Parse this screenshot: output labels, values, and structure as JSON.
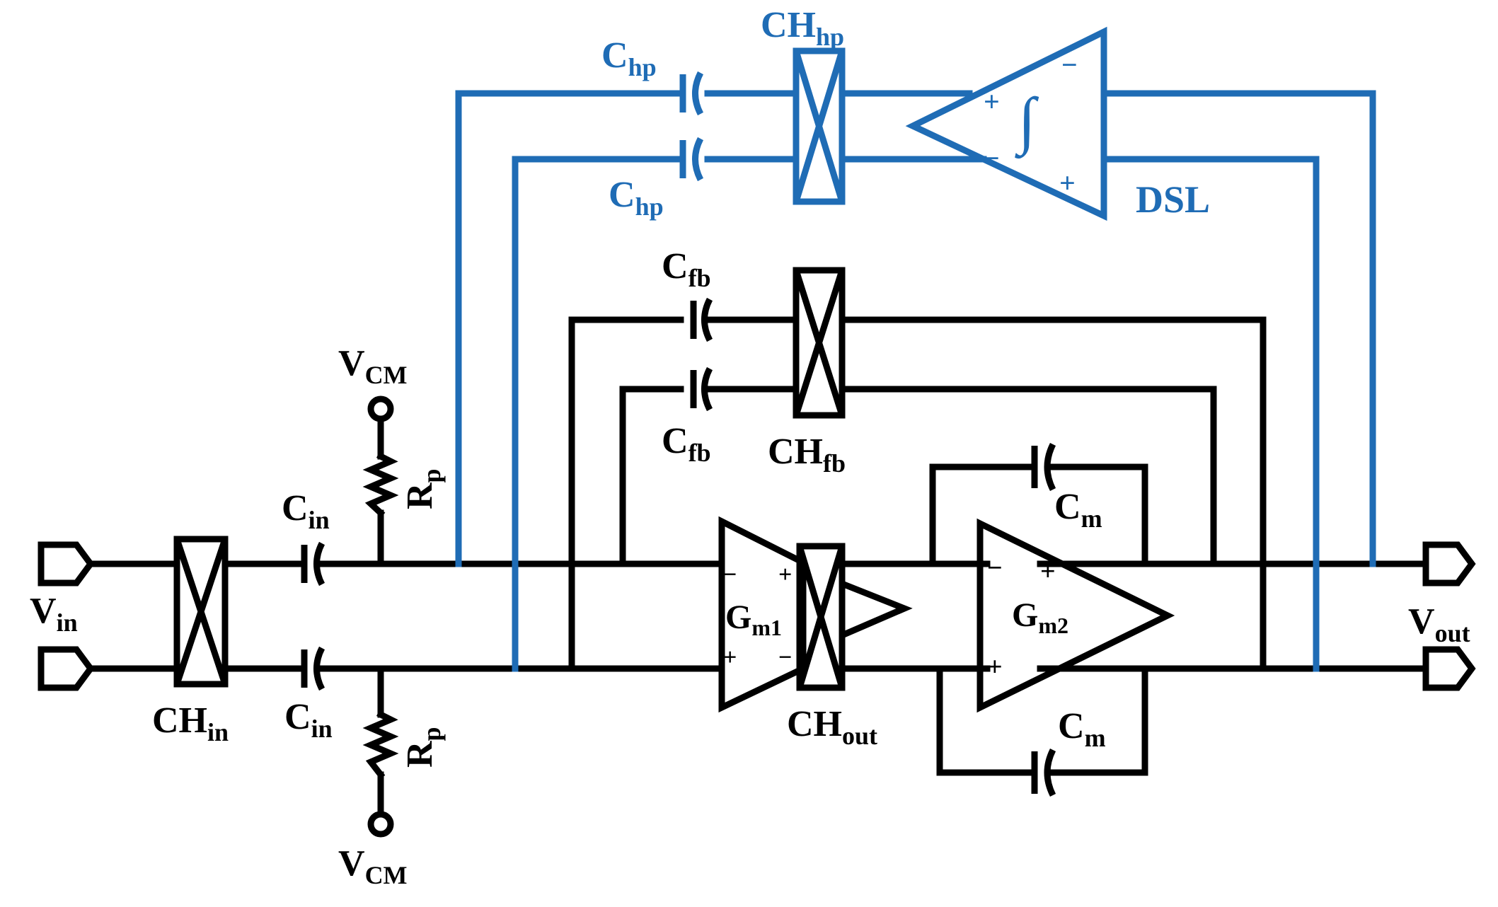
{
  "diagram": {
    "colors": {
      "main": "#000000",
      "feedback_loop": "#1f6cb5"
    },
    "labels": {
      "vin": {
        "main": "V",
        "sub": "in"
      },
      "vout": {
        "main": "V",
        "sub": "out"
      },
      "ch_in": {
        "main": "CH",
        "sub": "in"
      },
      "cin_top": {
        "main": "C",
        "sub": "in"
      },
      "cin_bot": {
        "main": "C",
        "sub": "in"
      },
      "rp_top": {
        "main": "R",
        "sub": "p"
      },
      "rp_bot": {
        "main": "R",
        "sub": "p"
      },
      "vcm_top": {
        "main": "V",
        "sub": "CM"
      },
      "vcm_bot": {
        "main": "V",
        "sub": "CM"
      },
      "cfb_top": {
        "main": "C",
        "sub": "fb"
      },
      "cfb_bot": {
        "main": "C",
        "sub": "fb"
      },
      "ch_fb": {
        "main": "CH",
        "sub": "fb"
      },
      "gm1": {
        "main": "G",
        "sub": "m1"
      },
      "gm2": {
        "main": "G",
        "sub": "m2"
      },
      "ch_out": {
        "main": "CH",
        "sub": "out"
      },
      "cm_top": {
        "main": "C",
        "sub": "m"
      },
      "cm_bot": {
        "main": "C",
        "sub": "m"
      },
      "chp_top": {
        "main": "C",
        "sub": "hp"
      },
      "chp_bot": {
        "main": "C",
        "sub": "hp"
      },
      "ch_hp": {
        "main": "CH",
        "sub": "hp"
      },
      "dsl": "DSL",
      "integral": "∫",
      "plus": "+",
      "minus": "−"
    }
  }
}
